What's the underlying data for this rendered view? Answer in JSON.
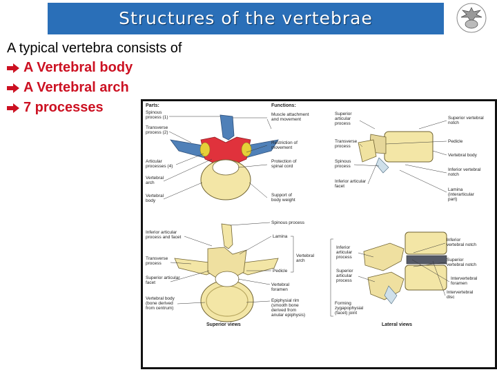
{
  "title": "Structures of the vertebrae",
  "intro": "A typical vertebra consists of",
  "bullets": [
    "A Vertebral body",
    "A Vertebral arch",
    "7 processes"
  ],
  "figure": {
    "top_left": {
      "parts_header": "Parts:",
      "functions_header": "Functions:",
      "parts": [
        {
          "a": "Spinous",
          "b": "process (1)"
        },
        {
          "a": "Transverse",
          "b": "process (2)"
        },
        {
          "a": "Articular",
          "b": "processes (4)"
        },
        {
          "a": "Vertebral",
          "b": "arch"
        },
        {
          "a": "Vertebral",
          "b": "body"
        }
      ],
      "functions": [
        {
          "a": "Muscle attachment",
          "b": "and movement"
        },
        {
          "a": "Restriction of",
          "b": "movement"
        },
        {
          "a": "Protection of",
          "b": "spinal cord"
        },
        {
          "a": "Support of",
          "b": "body weight"
        }
      ]
    },
    "top_right": {
      "left": [
        {
          "a": "Superior",
          "b": "articular",
          "c": "process"
        },
        {
          "a": "Transverse",
          "b": "process",
          "c": ""
        },
        {
          "a": "Spinous",
          "b": "process",
          "c": ""
        },
        {
          "a": "Inferior articular",
          "b": "facet",
          "c": ""
        }
      ],
      "right": [
        {
          "a": "Superior vertebral",
          "b": "notch",
          "c": ""
        },
        {
          "a": "Pedicle",
          "b": "",
          "c": ""
        },
        {
          "a": "Vertebral body",
          "b": "",
          "c": ""
        },
        {
          "a": "Inferior vertebral",
          "b": "notch",
          "c": ""
        },
        {
          "a": "Lamina",
          "b": "(interarticular",
          "c": "part)"
        }
      ]
    },
    "bottom_left": {
      "left": [
        {
          "a": "Inferior articular",
          "b": "process and facet",
          "c": ""
        },
        {
          "a": "Transverse",
          "b": "process",
          "c": ""
        },
        {
          "a": "Superior articular",
          "b": "facet",
          "c": ""
        },
        {
          "a": "Vertebral body",
          "b": "(bone derived",
          "c": "from centrum)"
        }
      ],
      "right": [
        {
          "a": "Spinous process",
          "b": "",
          "c": "",
          "d": ""
        },
        {
          "a": "Lamina",
          "b": "",
          "c": "",
          "d": ""
        },
        {
          "a": "Pedicle",
          "b": "",
          "c": "",
          "d": ""
        },
        {
          "a": "Vertebral",
          "b": "foramen",
          "c": "",
          "d": ""
        },
        {
          "a": "Epiphysial rim",
          "b": "(smooth bone",
          "c": "derived from",
          "d": "anular epiphysis)"
        }
      ],
      "arch_a": "Vertebral",
      "arch_b": "arch",
      "view": "Superior views"
    },
    "bottom_right": {
      "left": [
        {
          "a": "Inferior",
          "b": "articular",
          "c": "process"
        },
        {
          "a": "Superior",
          "b": "articular",
          "c": "process"
        },
        {
          "a": "Forming",
          "b": "zygapophysial",
          "c": "(facet) joint"
        }
      ],
      "right": [
        {
          "a": "Inferior",
          "b": "vertebral notch"
        },
        {
          "a": "Superior",
          "b": "vertebral notch"
        },
        {
          "a": "Intervertebral",
          "b": "foramen"
        },
        {
          "a": "Intervertebral",
          "b": "disc"
        }
      ],
      "view": "Lateral views"
    }
  },
  "colors": {
    "title_bg": "#2a6fb8",
    "bullet_text": "#cc1122",
    "bone": "#f3e6a6",
    "arch": "#e0323c",
    "process": "#4f80b8",
    "articular": "#e6cf39"
  }
}
